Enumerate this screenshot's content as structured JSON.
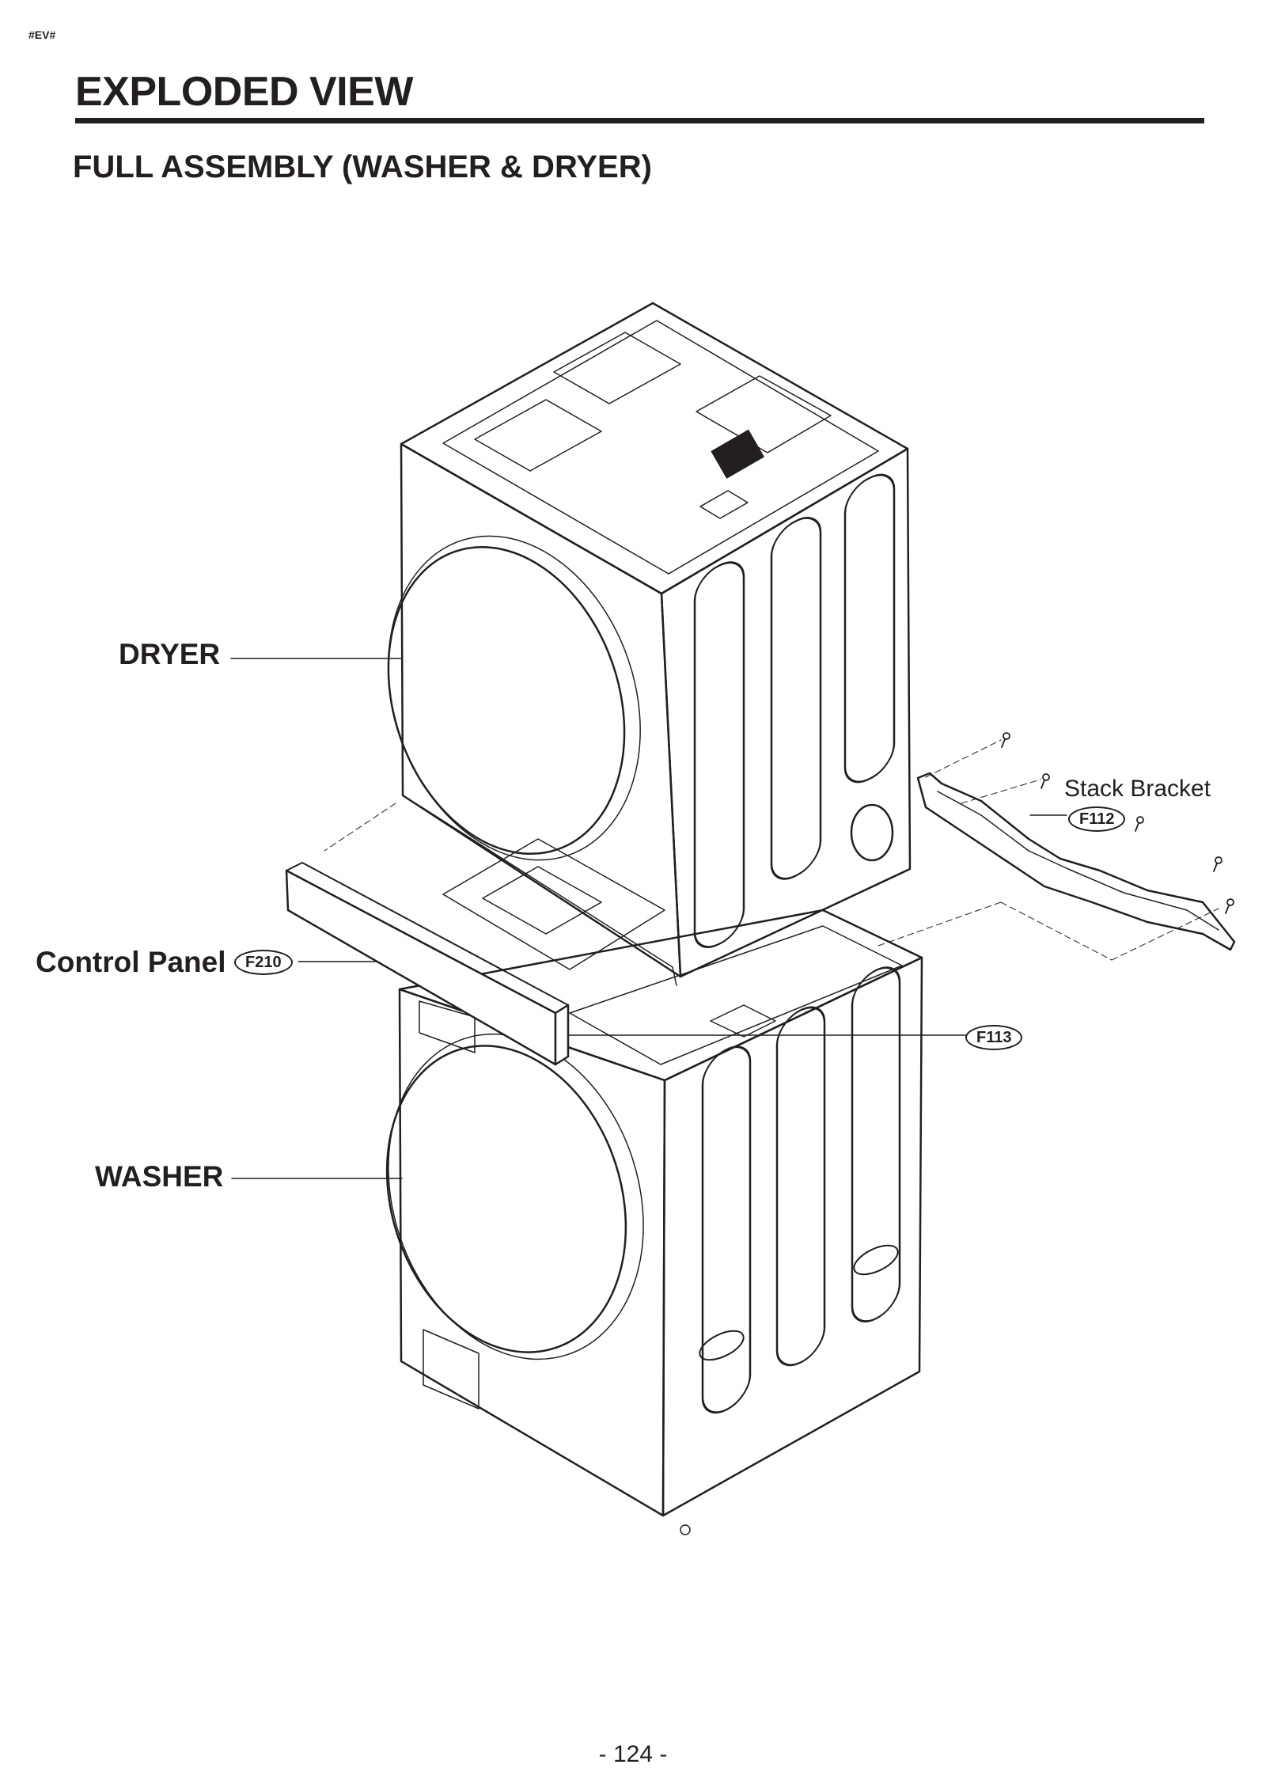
{
  "header": {
    "marker": "#EV#",
    "title": "EXPLODED VIEW",
    "subtitle": "FULL ASSEMBLY (WASHER & DRYER)"
  },
  "labels": {
    "dryer": "DRYER",
    "control_panel": "Control Panel",
    "washer": "WASHER",
    "stack_bracket": "Stack Bracket"
  },
  "part_codes": {
    "control_panel": "F210",
    "stack_bracket": "F112",
    "shelf": "F113"
  },
  "footer": {
    "page_number": "- 124 -"
  }
}
